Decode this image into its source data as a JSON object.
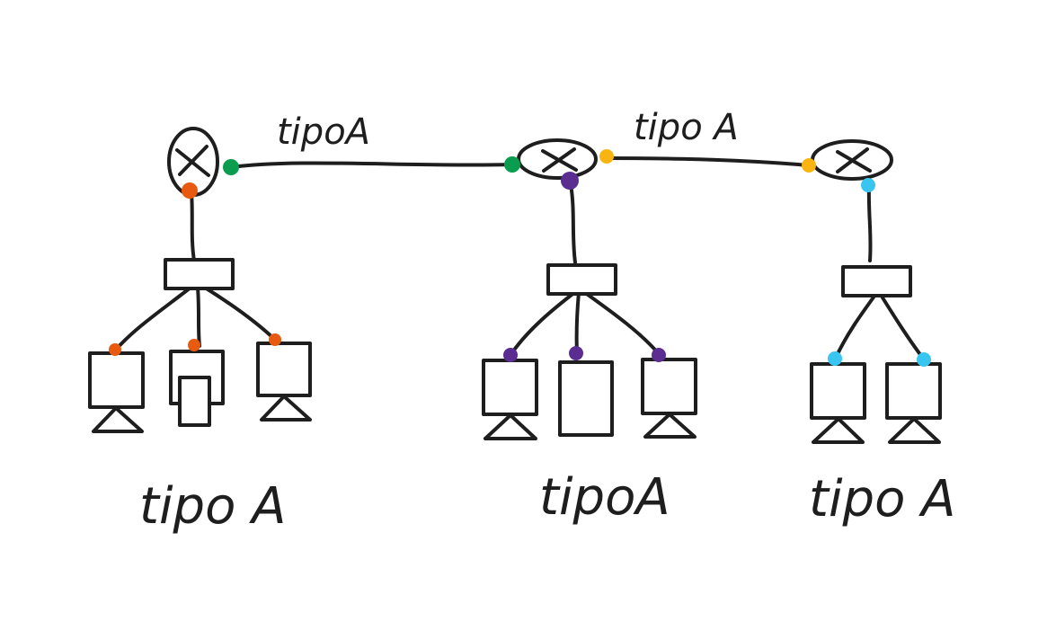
{
  "labels": {
    "edge_left": "tipoA",
    "edge_right": "tipo A",
    "group_left": "tipo A",
    "group_middle": "tipoA",
    "group_right": "tipo A"
  },
  "colors": {
    "stroke": "#1e1e1e",
    "dot_green": "#0a9d50",
    "dot_yellow": "#f8b411",
    "dot_orange": "#e85a10",
    "dot_purple": "#5b2d91",
    "dot_cyan": "#38c5ef"
  },
  "icons": [
    "cross-node-icon",
    "triangle-icon"
  ]
}
